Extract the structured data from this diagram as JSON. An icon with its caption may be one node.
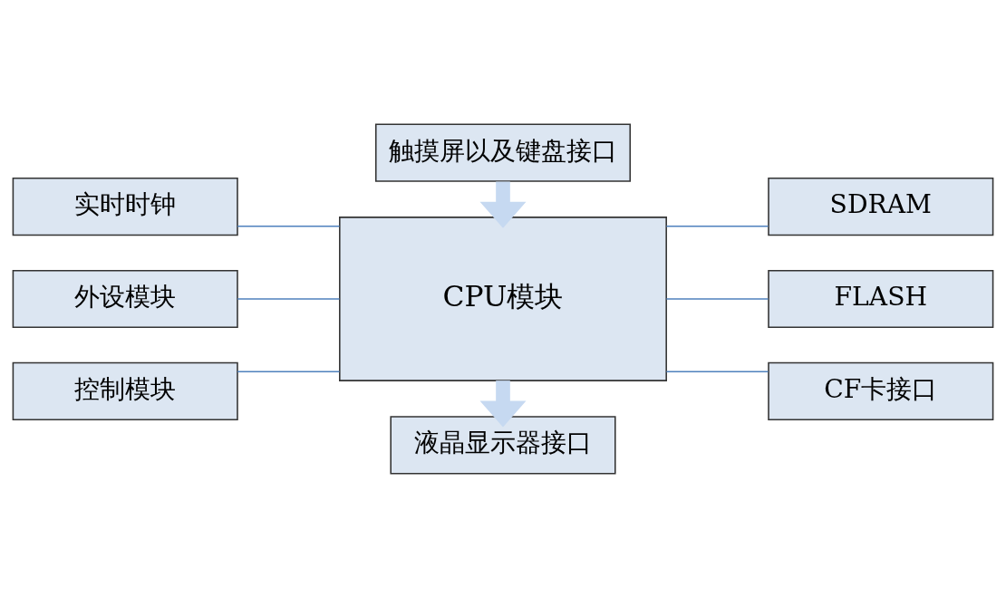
{
  "diagram": {
    "nodes": [
      {
        "text": [
          "触摸屏以及键盘接口"
        ]
      },
      {
        "text": [
          "实时时钟"
        ]
      },
      {
        "text": [
          "外设模块"
        ]
      },
      {
        "text": [
          "控制模块"
        ]
      },
      {
        "text": [
          "CPU模块"
        ]
      },
      {
        "text": [
          "SDRAM"
        ]
      },
      {
        "text": [
          "FLASH"
        ]
      },
      {
        "text": [
          "CF卡接口"
        ]
      },
      {
        "text": [
          "液晶显示器接口"
        ]
      }
    ],
    "edges": [
      {
        "from": 0,
        "to": 4,
        "arrow": "to",
        "style": "thick",
        "color": "#c6d9f1"
      },
      {
        "from": 1,
        "to": 4,
        "arrow": "none"
      },
      {
        "from": 2,
        "to": 4,
        "arrow": "none"
      },
      {
        "from": 3,
        "to": 4,
        "arrow": "none"
      },
      {
        "from": 4,
        "to": 5,
        "arrow": "none"
      },
      {
        "from": 4,
        "to": 6,
        "arrow": "none"
      },
      {
        "from": 4,
        "to": 7,
        "arrow": "none"
      },
      {
        "from": 4,
        "to": 8,
        "arrow": "to",
        "style": "thick",
        "color": "#c6d9f1"
      }
    ]
  }
}
